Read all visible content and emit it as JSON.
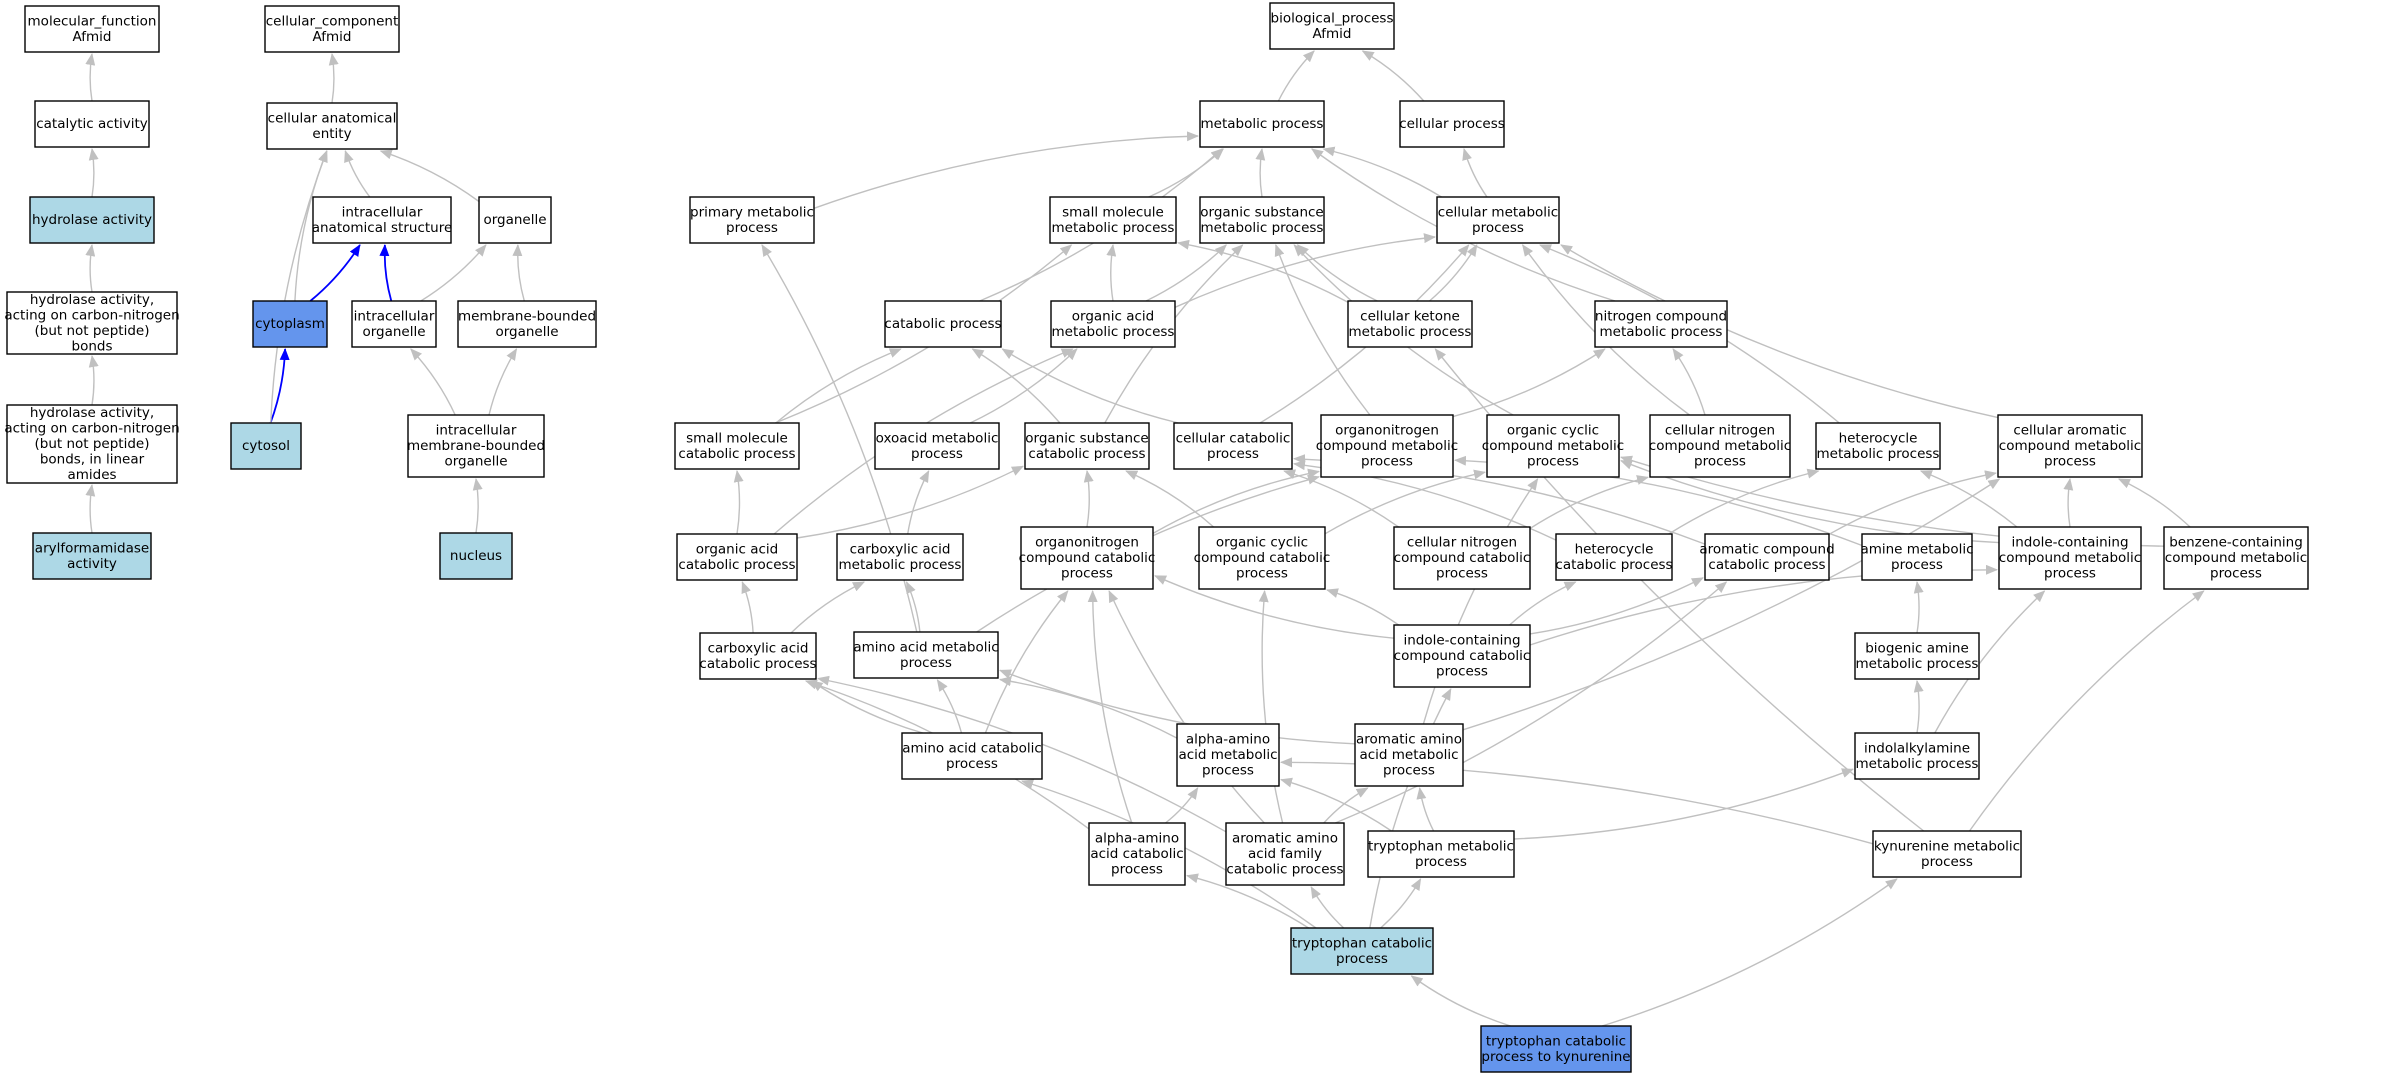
{
  "colors": {
    "node_default": "#ffffff",
    "node_light": "#add8e6",
    "node_highlight": "#6495ed",
    "edge_gray": "#c0c0c0",
    "edge_blue": "#0000ff",
    "border": "#000000"
  },
  "nodes": [
    {
      "id": "mf_root",
      "lines": [
        "molecular_function",
        "Afmid"
      ],
      "style": "default"
    },
    {
      "id": "catalytic",
      "lines": [
        "catalytic activity"
      ],
      "style": "default"
    },
    {
      "id": "hydrolase",
      "lines": [
        "hydrolase activity"
      ],
      "style": "light"
    },
    {
      "id": "hydro_cn",
      "lines": [
        "hydrolase activity,",
        "acting on carbon-nitrogen",
        "(but not peptide)",
        "bonds"
      ],
      "style": "default"
    },
    {
      "id": "hydro_cn_lin",
      "lines": [
        "hydrolase activity,",
        "acting on carbon-nitrogen",
        "(but not peptide)",
        "bonds, in linear",
        "amides"
      ],
      "style": "default"
    },
    {
      "id": "arylform",
      "lines": [
        "arylformamidase",
        "activity"
      ],
      "style": "light"
    },
    {
      "id": "cc_root",
      "lines": [
        "cellular_component",
        "Afmid"
      ],
      "style": "default"
    },
    {
      "id": "cae",
      "lines": [
        "cellular anatomical",
        "entity"
      ],
      "style": "default"
    },
    {
      "id": "ias",
      "lines": [
        "intracellular",
        "anatomical structure"
      ],
      "style": "default"
    },
    {
      "id": "organelle",
      "lines": [
        "organelle"
      ],
      "style": "default"
    },
    {
      "id": "cytoplasm",
      "lines": [
        "cytoplasm"
      ],
      "style": "highlight"
    },
    {
      "id": "intra_org",
      "lines": [
        "intracellular",
        "organelle"
      ],
      "style": "default"
    },
    {
      "id": "mbo",
      "lines": [
        "membrane-bounded",
        "organelle"
      ],
      "style": "default"
    },
    {
      "id": "cytosol",
      "lines": [
        "cytosol"
      ],
      "style": "light"
    },
    {
      "id": "imbo",
      "lines": [
        "intracellular",
        "membrane-bounded",
        "organelle"
      ],
      "style": "default"
    },
    {
      "id": "nucleus",
      "lines": [
        "nucleus"
      ],
      "style": "light"
    },
    {
      "id": "bp_root",
      "lines": [
        "biological_process",
        "Afmid"
      ],
      "style": "default"
    },
    {
      "id": "metab",
      "lines": [
        "metabolic process"
      ],
      "style": "default"
    },
    {
      "id": "cellproc",
      "lines": [
        "cellular process"
      ],
      "style": "default"
    },
    {
      "id": "primary",
      "lines": [
        "primary metabolic",
        "process"
      ],
      "style": "default"
    },
    {
      "id": "smallmol",
      "lines": [
        "small molecule",
        "metabolic process"
      ],
      "style": "default"
    },
    {
      "id": "orgsub",
      "lines": [
        "organic substance",
        "metabolic process"
      ],
      "style": "default"
    },
    {
      "id": "cellmet",
      "lines": [
        "cellular metabolic",
        "process"
      ],
      "style": "default"
    },
    {
      "id": "catab",
      "lines": [
        "catabolic process"
      ],
      "style": "default"
    },
    {
      "id": "orgacid",
      "lines": [
        "organic acid",
        "metabolic process"
      ],
      "style": "default"
    },
    {
      "id": "cellket",
      "lines": [
        "cellular ketone",
        "metabolic process"
      ],
      "style": "default"
    },
    {
      "id": "nitcomp",
      "lines": [
        "nitrogen compound",
        "metabolic process"
      ],
      "style": "default"
    },
    {
      "id": "smcat",
      "lines": [
        "small molecule",
        "catabolic process"
      ],
      "style": "default"
    },
    {
      "id": "oxoacid",
      "lines": [
        "oxoacid metabolic",
        "process"
      ],
      "style": "default"
    },
    {
      "id": "orgsubcat",
      "lines": [
        "organic substance",
        "catabolic process"
      ],
      "style": "default"
    },
    {
      "id": "cellcat",
      "lines": [
        "cellular catabolic",
        "process"
      ],
      "style": "default"
    },
    {
      "id": "orgnitmet",
      "lines": [
        "organonitrogen",
        "compound metabolic",
        "process"
      ],
      "style": "default"
    },
    {
      "id": "orgcycmet",
      "lines": [
        "organic cyclic",
        "compound metabolic",
        "process"
      ],
      "style": "default"
    },
    {
      "id": "cellnitmet",
      "lines": [
        "cellular nitrogen",
        "compound metabolic",
        "process"
      ],
      "style": "default"
    },
    {
      "id": "hetmet",
      "lines": [
        "heterocycle",
        "metabolic process"
      ],
      "style": "default"
    },
    {
      "id": "cellarommet",
      "lines": [
        "cellular aromatic",
        "compound metabolic",
        "process"
      ],
      "style": "default"
    },
    {
      "id": "orgacidcat",
      "lines": [
        "organic acid",
        "catabolic process"
      ],
      "style": "default"
    },
    {
      "id": "carbacid",
      "lines": [
        "carboxylic acid",
        "metabolic process"
      ],
      "style": "default"
    },
    {
      "id": "orgnitcat",
      "lines": [
        "organonitrogen",
        "compound catabolic",
        "process"
      ],
      "style": "default"
    },
    {
      "id": "orgcyccat",
      "lines": [
        "organic cyclic",
        "compound catabolic",
        "process"
      ],
      "style": "default"
    },
    {
      "id": "cellnitcat",
      "lines": [
        "cellular nitrogen",
        "compound catabolic",
        "process"
      ],
      "style": "default"
    },
    {
      "id": "hetcat",
      "lines": [
        "heterocycle",
        "catabolic process"
      ],
      "style": "default"
    },
    {
      "id": "aromcat",
      "lines": [
        "aromatic compound",
        "catabolic process"
      ],
      "style": "default"
    },
    {
      "id": "aminemet",
      "lines": [
        "amine metabolic",
        "process"
      ],
      "style": "default"
    },
    {
      "id": "indolemet",
      "lines": [
        "indole-containing",
        "compound metabolic",
        "process"
      ],
      "style": "default"
    },
    {
      "id": "benzmet",
      "lines": [
        "benzene-containing",
        "compound metabolic",
        "process"
      ],
      "style": "default"
    },
    {
      "id": "carbcat",
      "lines": [
        "carboxylic acid",
        "catabolic process"
      ],
      "style": "default"
    },
    {
      "id": "aamet",
      "lines": [
        "amino acid metabolic",
        "process"
      ],
      "style": "default"
    },
    {
      "id": "indolecat",
      "lines": [
        "indole-containing",
        "compound catabolic",
        "process"
      ],
      "style": "default"
    },
    {
      "id": "biogenic",
      "lines": [
        "biogenic amine",
        "metabolic process"
      ],
      "style": "default"
    },
    {
      "id": "aacat",
      "lines": [
        "amino acid catabolic",
        "process"
      ],
      "style": "default"
    },
    {
      "id": "alphamet",
      "lines": [
        "alpha-amino",
        "acid metabolic",
        "process"
      ],
      "style": "default"
    },
    {
      "id": "aromaamet",
      "lines": [
        "aromatic amino",
        "acid metabolic",
        "process"
      ],
      "style": "default"
    },
    {
      "id": "indolalk",
      "lines": [
        "indolalkylamine",
        "metabolic process"
      ],
      "style": "default"
    },
    {
      "id": "alphacat",
      "lines": [
        "alpha-amino",
        "acid catabolic",
        "process"
      ],
      "style": "default"
    },
    {
      "id": "aromfamcat",
      "lines": [
        "aromatic amino",
        "acid family",
        "catabolic process"
      ],
      "style": "default"
    },
    {
      "id": "trpmet",
      "lines": [
        "tryptophan metabolic",
        "process"
      ],
      "style": "default"
    },
    {
      "id": "kynmet",
      "lines": [
        "kynurenine metabolic",
        "process"
      ],
      "style": "default"
    },
    {
      "id": "trpcat",
      "lines": [
        "tryptophan catabolic",
        "process"
      ],
      "style": "light"
    },
    {
      "id": "trpkyn",
      "lines": [
        "tryptophan catabolic",
        "process to kynurenine"
      ],
      "style": "highlight"
    }
  ],
  "edges": [
    {
      "from": "catalytic",
      "to": "mf_root",
      "color": "gray"
    },
    {
      "from": "hydrolase",
      "to": "catalytic",
      "color": "gray"
    },
    {
      "from": "hydro_cn",
      "to": "hydrolase",
      "color": "gray"
    },
    {
      "from": "hydro_cn_lin",
      "to": "hydro_cn",
      "color": "gray"
    },
    {
      "from": "arylform",
      "to": "hydro_cn_lin",
      "color": "gray"
    },
    {
      "from": "cae",
      "to": "cc_root",
      "color": "gray"
    },
    {
      "from": "ias",
      "to": "cae",
      "color": "gray"
    },
    {
      "from": "organelle",
      "to": "cae",
      "color": "gray"
    },
    {
      "from": "cytoplasm",
      "to": "cae",
      "color": "gray"
    },
    {
      "from": "cytoplasm",
      "to": "ias",
      "color": "blue"
    },
    {
      "from": "intra_org",
      "to": "ias",
      "color": "blue"
    },
    {
      "from": "intra_org",
      "to": "organelle",
      "color": "gray"
    },
    {
      "from": "mbo",
      "to": "organelle",
      "color": "gray"
    },
    {
      "from": "cytosol",
      "to": "cytoplasm",
      "color": "blue"
    },
    {
      "from": "cytosol",
      "to": "cae",
      "color": "gray"
    },
    {
      "from": "imbo",
      "to": "intra_org",
      "color": "gray"
    },
    {
      "from": "imbo",
      "to": "mbo",
      "color": "gray"
    },
    {
      "from": "nucleus",
      "to": "imbo",
      "color": "gray"
    },
    {
      "from": "metab",
      "to": "bp_root",
      "color": "gray"
    },
    {
      "from": "cellproc",
      "to": "bp_root",
      "color": "gray"
    },
    {
      "from": "primary",
      "to": "metab",
      "color": "gray"
    },
    {
      "from": "smallmol",
      "to": "metab",
      "color": "gray"
    },
    {
      "from": "orgsub",
      "to": "metab",
      "color": "gray"
    },
    {
      "from": "cellmet",
      "to": "metab",
      "color": "gray"
    },
    {
      "from": "cellmet",
      "to": "cellproc",
      "color": "gray"
    },
    {
      "from": "catab",
      "to": "metab",
      "color": "gray"
    },
    {
      "from": "orgacid",
      "to": "smallmol",
      "color": "gray"
    },
    {
      "from": "orgacid",
      "to": "orgsub",
      "color": "gray"
    },
    {
      "from": "orgacid",
      "to": "cellmet",
      "color": "gray"
    },
    {
      "from": "cellket",
      "to": "smallmol",
      "color": "gray"
    },
    {
      "from": "cellket",
      "to": "orgsub",
      "color": "gray"
    },
    {
      "from": "cellket",
      "to": "cellmet",
      "color": "gray"
    },
    {
      "from": "nitcomp",
      "to": "metab",
      "color": "gray"
    },
    {
      "from": "smcat",
      "to": "smallmol",
      "color": "gray"
    },
    {
      "from": "smcat",
      "to": "catab",
      "color": "gray"
    },
    {
      "from": "oxoacid",
      "to": "orgacid",
      "color": "gray"
    },
    {
      "from": "orgsubcat",
      "to": "orgsub",
      "color": "gray"
    },
    {
      "from": "orgsubcat",
      "to": "catab",
      "color": "gray"
    },
    {
      "from": "cellcat",
      "to": "catab",
      "color": "gray"
    },
    {
      "from": "cellcat",
      "to": "cellmet",
      "color": "gray"
    },
    {
      "from": "orgnitmet",
      "to": "orgsub",
      "color": "gray"
    },
    {
      "from": "orgnitmet",
      "to": "nitcomp",
      "color": "gray"
    },
    {
      "from": "orgcycmet",
      "to": "orgsub",
      "color": "gray"
    },
    {
      "from": "cellnitmet",
      "to": "nitcomp",
      "color": "gray"
    },
    {
      "from": "cellnitmet",
      "to": "cellmet",
      "color": "gray"
    },
    {
      "from": "hetmet",
      "to": "cellmet",
      "color": "gray"
    },
    {
      "from": "cellarommet",
      "to": "cellmet",
      "color": "gray"
    },
    {
      "from": "orgacidcat",
      "to": "smcat",
      "color": "gray"
    },
    {
      "from": "orgacidcat",
      "to": "orgacid",
      "color": "gray"
    },
    {
      "from": "orgacidcat",
      "to": "orgsubcat",
      "color": "gray"
    },
    {
      "from": "carbacid",
      "to": "oxoacid",
      "color": "gray"
    },
    {
      "from": "orgnitcat",
      "to": "orgsubcat",
      "color": "gray"
    },
    {
      "from": "orgnitcat",
      "to": "orgnitmet",
      "color": "gray"
    },
    {
      "from": "orgcyccat",
      "to": "orgsubcat",
      "color": "gray"
    },
    {
      "from": "orgcyccat",
      "to": "orgcycmet",
      "color": "gray"
    },
    {
      "from": "cellnitcat",
      "to": "cellcat",
      "color": "gray"
    },
    {
      "from": "cellnitcat",
      "to": "cellnitmet",
      "color": "gray"
    },
    {
      "from": "hetcat",
      "to": "cellcat",
      "color": "gray"
    },
    {
      "from": "hetcat",
      "to": "hetmet",
      "color": "gray"
    },
    {
      "from": "aromcat",
      "to": "cellcat",
      "color": "gray"
    },
    {
      "from": "aromcat",
      "to": "cellarommet",
      "color": "gray"
    },
    {
      "from": "aminemet",
      "to": "orgnitmet",
      "color": "gray"
    },
    {
      "from": "indolemet",
      "to": "orgcycmet",
      "color": "gray"
    },
    {
      "from": "indolemet",
      "to": "hetmet",
      "color": "gray"
    },
    {
      "from": "indolemet",
      "to": "cellarommet",
      "color": "gray"
    },
    {
      "from": "benzmet",
      "to": "cellarommet",
      "color": "gray"
    },
    {
      "from": "benzmet",
      "to": "orgcycmet",
      "color": "gray"
    },
    {
      "from": "carbcat",
      "to": "orgacidcat",
      "color": "gray"
    },
    {
      "from": "carbcat",
      "to": "carbacid",
      "color": "gray"
    },
    {
      "from": "aamet",
      "to": "carbacid",
      "color": "gray"
    },
    {
      "from": "aamet",
      "to": "orgnitmet",
      "color": "gray"
    },
    {
      "from": "aamet",
      "to": "primary",
      "color": "gray"
    },
    {
      "from": "indolecat",
      "to": "orgnitcat",
      "color": "gray"
    },
    {
      "from": "indolecat",
      "to": "orgcyccat",
      "color": "gray"
    },
    {
      "from": "indolecat",
      "to": "hetcat",
      "color": "gray"
    },
    {
      "from": "indolecat",
      "to": "aromcat",
      "color": "gray"
    },
    {
      "from": "indolecat",
      "to": "indolemet",
      "color": "gray"
    },
    {
      "from": "biogenic",
      "to": "aminemet",
      "color": "gray"
    },
    {
      "from": "aacat",
      "to": "carbcat",
      "color": "gray"
    },
    {
      "from": "aacat",
      "to": "aamet",
      "color": "gray"
    },
    {
      "from": "aacat",
      "to": "orgnitcat",
      "color": "gray"
    },
    {
      "from": "alphamet",
      "to": "aamet",
      "color": "gray"
    },
    {
      "from": "aromaamet",
      "to": "aamet",
      "color": "gray"
    },
    {
      "from": "aromaamet",
      "to": "cellarommet",
      "color": "gray"
    },
    {
      "from": "aromaamet",
      "to": "orgcycmet",
      "color": "gray"
    },
    {
      "from": "indolalk",
      "to": "biogenic",
      "color": "gray"
    },
    {
      "from": "indolalk",
      "to": "indolemet",
      "color": "gray"
    },
    {
      "from": "alphacat",
      "to": "alphamet",
      "color": "gray"
    },
    {
      "from": "alphacat",
      "to": "orgnitcat",
      "color": "gray"
    },
    {
      "from": "alphacat",
      "to": "carbcat",
      "color": "gray"
    },
    {
      "from": "aromfamcat",
      "to": "aromaamet",
      "color": "gray"
    },
    {
      "from": "aromfamcat",
      "to": "aromcat",
      "color": "gray"
    },
    {
      "from": "aromfamcat",
      "to": "orgcyccat",
      "color": "gray"
    },
    {
      "from": "aromfamcat",
      "to": "carbcat",
      "color": "gray"
    },
    {
      "from": "aromfamcat",
      "to": "orgnitcat",
      "color": "gray"
    },
    {
      "from": "trpmet",
      "to": "alphamet",
      "color": "gray"
    },
    {
      "from": "trpmet",
      "to": "aromaamet",
      "color": "gray"
    },
    {
      "from": "trpmet",
      "to": "indolalk",
      "color": "gray"
    },
    {
      "from": "kynmet",
      "to": "benzmet",
      "color": "gray"
    },
    {
      "from": "kynmet",
      "to": "alphamet",
      "color": "gray"
    },
    {
      "from": "kynmet",
      "to": "cellket",
      "color": "gray"
    },
    {
      "from": "trpcat",
      "to": "alphacat",
      "color": "gray"
    },
    {
      "from": "trpcat",
      "to": "aromfamcat",
      "color": "gray"
    },
    {
      "from": "trpcat",
      "to": "trpmet",
      "color": "gray"
    },
    {
      "from": "trpcat",
      "to": "indolecat",
      "color": "gray"
    },
    {
      "from": "trpcat",
      "to": "aacat",
      "color": "gray"
    },
    {
      "from": "trpkyn",
      "to": "trpcat",
      "color": "gray"
    },
    {
      "from": "trpkyn",
      "to": "kynmet",
      "color": "gray"
    }
  ]
}
